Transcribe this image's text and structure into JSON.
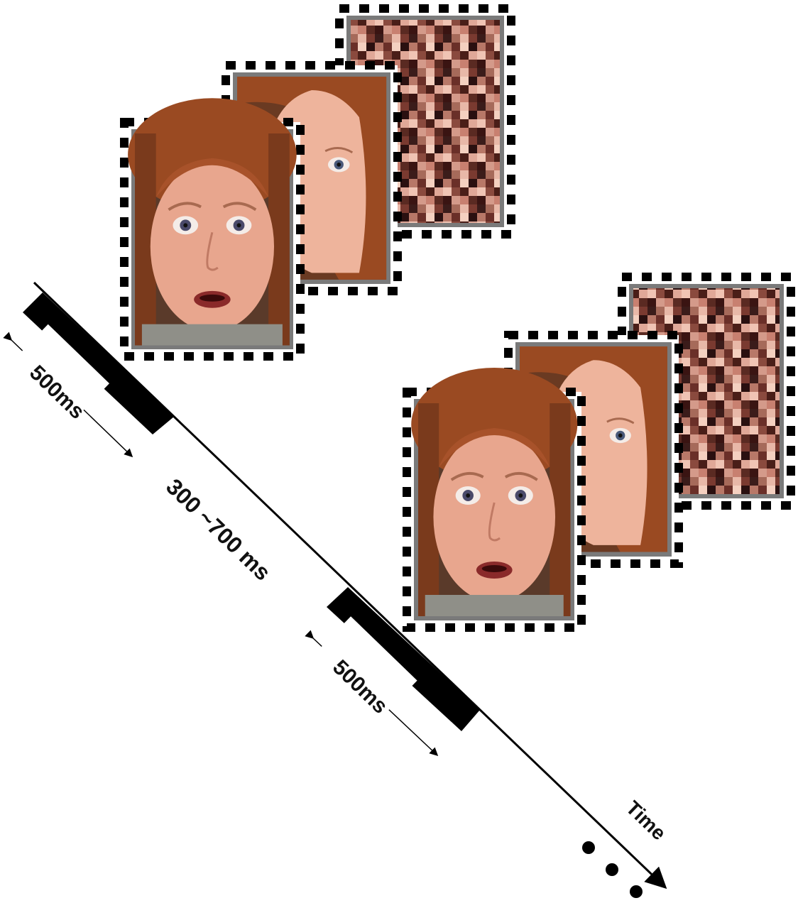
{
  "timeline": {
    "label_time": "Time",
    "label_interval": "300 ~700 ms",
    "label_duration_first": "500ms",
    "label_duration_second": "500ms"
  },
  "trials": [
    {
      "faces": [
        "fearful-face-front",
        "face-side-view",
        "scrambled-mask"
      ]
    },
    {
      "faces": [
        "fearful-face-front",
        "face-side-view",
        "scrambled-mask"
      ]
    }
  ],
  "colors": {
    "line": "#000000",
    "skin": "#e8a68e",
    "hair": "#9a4a22",
    "frame": "#7a7a7a",
    "mask_a": "#c98a7c",
    "mask_b": "#3b1c1a"
  }
}
